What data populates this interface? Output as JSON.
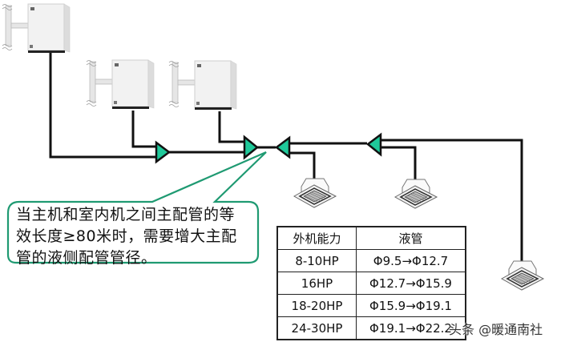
{
  "diagram": {
    "callout": {
      "lines": [
        "当主机和室内机之间主配管的等",
        "效长度≥80米时，需要增大主配",
        "管的液侧配管管径。"
      ]
    },
    "table": {
      "headers": [
        "外机能力",
        "液管"
      ],
      "rows": [
        [
          "8-10HP",
          "Φ9.5→Φ12.7"
        ],
        [
          "16HP",
          "Φ12.7→Φ15.9"
        ],
        [
          "18-20HP",
          "Φ15.9→Φ19.1"
        ],
        [
          "24-30HP",
          "Φ19.1→Φ22.2"
        ]
      ]
    },
    "units": {
      "outdoor": [
        "outdoor-unit-1",
        "outdoor-unit-2",
        "outdoor-unit-3"
      ],
      "indoor": [
        "indoor-cassette-1",
        "indoor-cassette-2",
        "indoor-cassette-3"
      ]
    },
    "colors": {
      "joint_fill": "#1fc99a",
      "callout_border": "#1f9a72",
      "pipe": "#111111"
    },
    "watermark": "头条 @暖通南社"
  }
}
